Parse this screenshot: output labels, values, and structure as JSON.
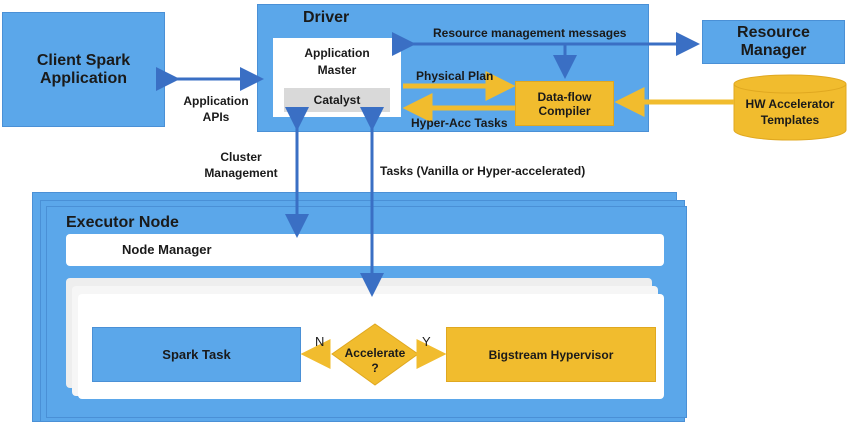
{
  "client": {
    "line1": "Client Spark",
    "line2": "Application"
  },
  "driver": {
    "title": "Driver"
  },
  "app_master": {
    "line1": "Application",
    "line2": "Master",
    "catalyst": "Catalyst"
  },
  "resource_manager": {
    "line1": "Resource",
    "line2": "Manager"
  },
  "dataflow_compiler": {
    "line1": "Data-flow",
    "line2": "Compiler"
  },
  "hw_templates": {
    "line1": "HW Accelerator",
    "line2": "Templates"
  },
  "labels": {
    "resource_msgs": "Resource management messages",
    "physical_plan": "Physical Plan",
    "hyper_acc_tasks": "Hyper-Acc Tasks",
    "app_apis_1": "Application",
    "app_apis_2": "APIs",
    "cluster_mgmt_1": "Cluster",
    "cluster_mgmt_2": "Management",
    "tasks": "Tasks (Vanilla or Hyper-accelerated)"
  },
  "executor": {
    "title": "Executor Node",
    "node_manager": "Node Manager",
    "spark_task": "Spark Task",
    "decision_1": "Accelerate",
    "decision_2": "?",
    "branch_no": "N",
    "branch_yes": "Y",
    "hypervisor": "Bigstream Hypervisor"
  },
  "colors": {
    "blue": "#5ba7ea",
    "arrow_blue": "#3a6fc4",
    "yellow": "#f1bc2e"
  }
}
